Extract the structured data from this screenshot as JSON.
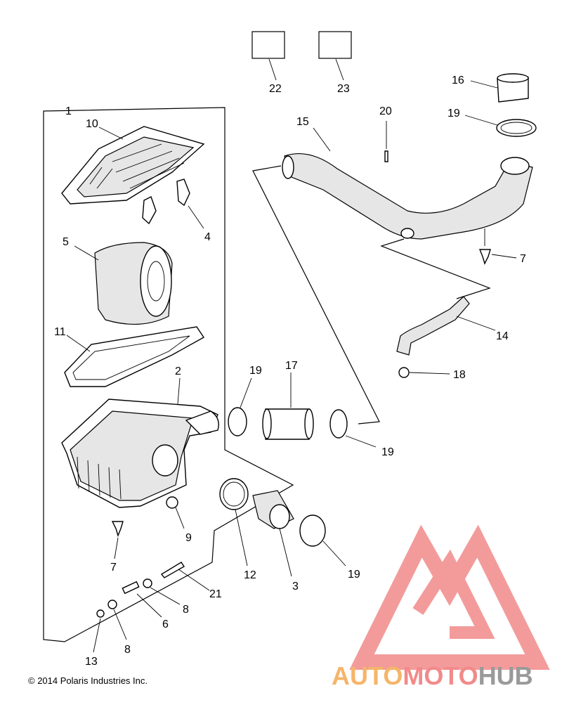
{
  "diagram": {
    "callouts": [
      {
        "id": "c1",
        "text": "1"
      },
      {
        "id": "c2",
        "text": "2"
      },
      {
        "id": "c3",
        "text": "3"
      },
      {
        "id": "c4",
        "text": "4"
      },
      {
        "id": "c5",
        "text": "5"
      },
      {
        "id": "c6",
        "text": "6"
      },
      {
        "id": "c7a",
        "text": "7"
      },
      {
        "id": "c7b",
        "text": "7"
      },
      {
        "id": "c8a",
        "text": "8"
      },
      {
        "id": "c8b",
        "text": "8"
      },
      {
        "id": "c9",
        "text": "9"
      },
      {
        "id": "c10",
        "text": "10"
      },
      {
        "id": "c11",
        "text": "11"
      },
      {
        "id": "c12",
        "text": "12"
      },
      {
        "id": "c13",
        "text": "13"
      },
      {
        "id": "c14",
        "text": "14"
      },
      {
        "id": "c15",
        "text": "15"
      },
      {
        "id": "c16",
        "text": "16"
      },
      {
        "id": "c17",
        "text": "17"
      },
      {
        "id": "c18",
        "text": "18"
      },
      {
        "id": "c19a",
        "text": "19"
      },
      {
        "id": "c19b",
        "text": "19"
      },
      {
        "id": "c19c",
        "text": "19"
      },
      {
        "id": "c19d",
        "text": "19"
      },
      {
        "id": "c20",
        "text": "20"
      },
      {
        "id": "c21",
        "text": "21"
      },
      {
        "id": "c22",
        "text": "22"
      },
      {
        "id": "c23",
        "text": "23"
      }
    ]
  },
  "footer": {
    "copyright": "© 2014 Polaris Industries Inc."
  },
  "watermark": {
    "text_auto": "AUTO",
    "text_moto": "MOTO",
    "text_hub": "HUB",
    "color_auto": "#f5b56a",
    "color_moto": "#f28a8a",
    "color_hub": "#9a9a9a",
    "logo_color": "#f07a7a"
  }
}
